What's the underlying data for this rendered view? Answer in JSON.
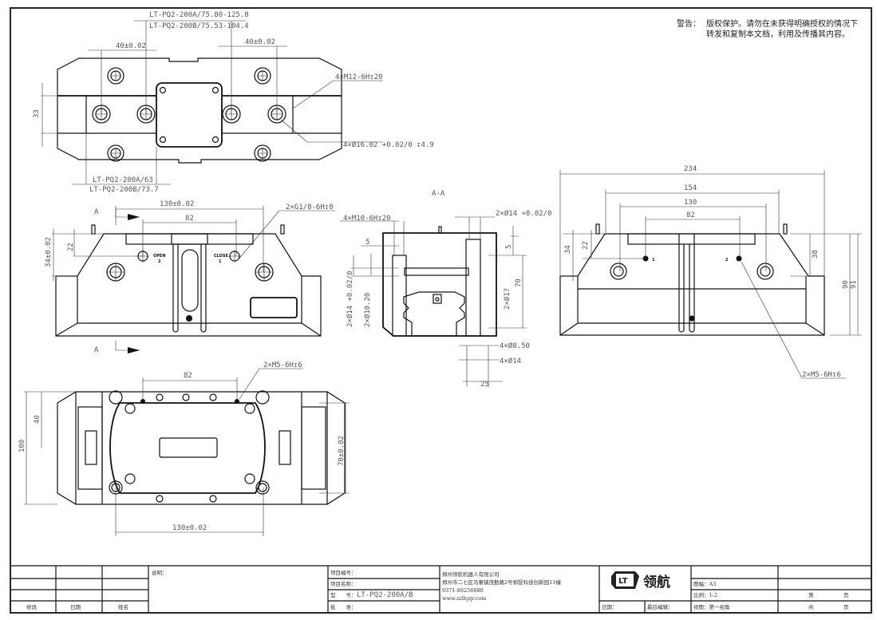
{
  "notice": {
    "label": "警告：",
    "line1": "版权保护。请勿在未获得明确授权的情况下",
    "line2": "转发和复制本文档，利用及传播其内容。"
  },
  "top_view": {
    "dim_travel_a": "LT-PQ2-200A/75.80-125.8",
    "dim_travel_b": "LT-PQ2-200B/75.53-104.4",
    "dim_left_40": "40±0.02",
    "dim_right_40": "40±0.02",
    "dim_33": "33",
    "thread_note": "4×M12-6H↧20",
    "bore_note": "4×Ø16.02 +0.02/0 ↧4.9",
    "dim_bottom_a": "LT-PQ2-200A/63",
    "dim_bottom_b": "LT-PQ2-200B/73.7"
  },
  "front_view": {
    "section_mark_top": "A",
    "section_mark_bottom": "A",
    "dim_130": "130±0.02",
    "dim_82": "82",
    "dim_34": "34±0.02",
    "dim_22": "22",
    "port_note": "2×G1/8-6H↧8",
    "port_open": "OPEN",
    "port_open_num": "2",
    "port_close": "CLOSE",
    "port_close_num": "1"
  },
  "section_view": {
    "title": "A-A",
    "thread_note": "4×M10-6H↧20",
    "dim_5_left": "5",
    "dim_d14_left": "2×Ø14 +0.02/0",
    "dim_d10": "2×Ø10.20",
    "dim_d14_top": "2×Ø14 +0.02/0",
    "dim_5_right": "5",
    "dim_d17": "2×Ø17",
    "dim_70": "70",
    "dim_d850": "4×Ø8.50",
    "dim_d14_bottom": "4×Ø14",
    "dim_25": "25"
  },
  "side_view": {
    "dim_234": "234",
    "dim_154": "154",
    "dim_130": "130",
    "dim_82": "82",
    "dim_34": "34",
    "dim_22": "22",
    "dim_38": "38",
    "dim_90": "90",
    "dim_91": "91",
    "port_1": "1",
    "port_2": "2",
    "thread_note": "2×M5-6H↧6"
  },
  "bottom_view": {
    "dim_82": "82",
    "thread_note": "2×M5-6H↧6",
    "dim_40": "40",
    "dim_100": "100",
    "dim_70": "70±0.02",
    "dim_130": "130±0.02"
  },
  "title_block": {
    "rev_headers": [
      "修改",
      "日期",
      "姓名"
    ],
    "description_label": "说明：",
    "project_number_label": "项目编号：",
    "project_name_label": "项目名称：",
    "model_label": "型　　号：",
    "model_value": "LT-PQ2-200A/B",
    "approve_label": "批　　准：",
    "company_name": "郑州领航机器人有限公司",
    "company_address": "郑州市二七区马寨镇茂勤路2号郑投科技创新园11幢",
    "company_phone": "0371-86256680",
    "company_web": "www.zzlhjqr.com",
    "logo_mark": "LT",
    "logo_text": "领航",
    "date_label": "日期：",
    "last_edit_label": "最后编辑：",
    "sheet_size": "图幅：A3",
    "scale": "比例：1:2",
    "view_method": "视图：第一视角",
    "page_label": "第",
    "page_unit": "页",
    "total_label": "共",
    "total_unit": "页"
  }
}
